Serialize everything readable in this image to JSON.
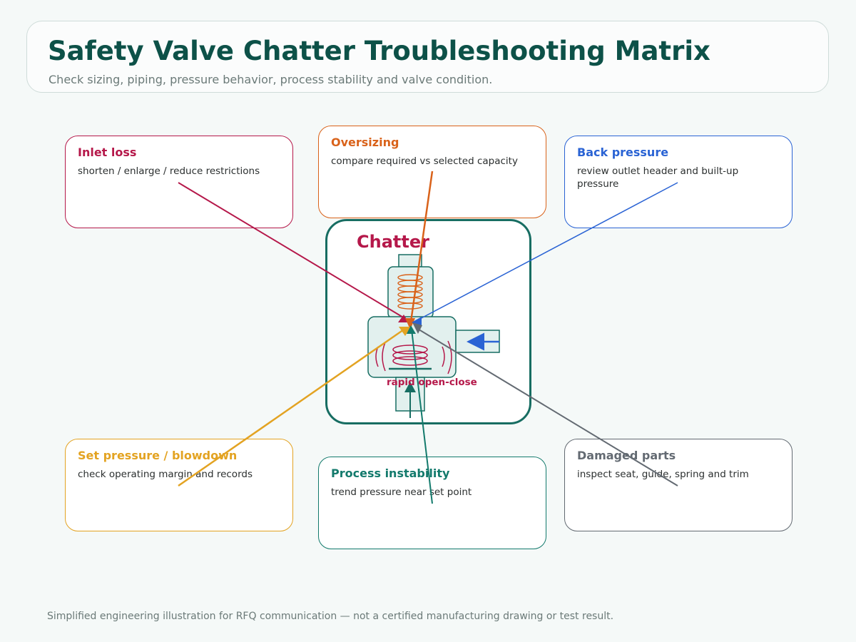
{
  "header": {
    "title": "Safety Valve Chatter Troubleshooting Matrix",
    "subtitle": "Check sizing, piping, pressure behavior, process stability and valve condition."
  },
  "center": {
    "label": "Chatter",
    "caption": "rapid open-close"
  },
  "causes": [
    {
      "key": "inlet",
      "title": "Inlet loss",
      "desc": "shorten / enlarge / reduce restrictions",
      "color": "#b5184a"
    },
    {
      "key": "oversizing",
      "title": "Oversizing",
      "desc": "compare required vs selected capacity",
      "color": "#d9621a"
    },
    {
      "key": "back",
      "title": "Back pressure",
      "desc": "review outlet header and built-up pressure",
      "color": "#2a63d4"
    },
    {
      "key": "setpressure",
      "title": "Set pressure / blowdown",
      "desc": "check operating margin and records",
      "color": "#e3a322"
    },
    {
      "key": "process",
      "title": "Process instability",
      "desc": "trend pressure near set point",
      "color": "#137a6c"
    },
    {
      "key": "damaged",
      "title": "Damaged parts",
      "desc": "inspect seat, guide, spring and trim",
      "color": "#636a72"
    }
  ],
  "footer": "Simplified engineering illustration for RFQ communication — not a certified manufacturing drawing or test result."
}
